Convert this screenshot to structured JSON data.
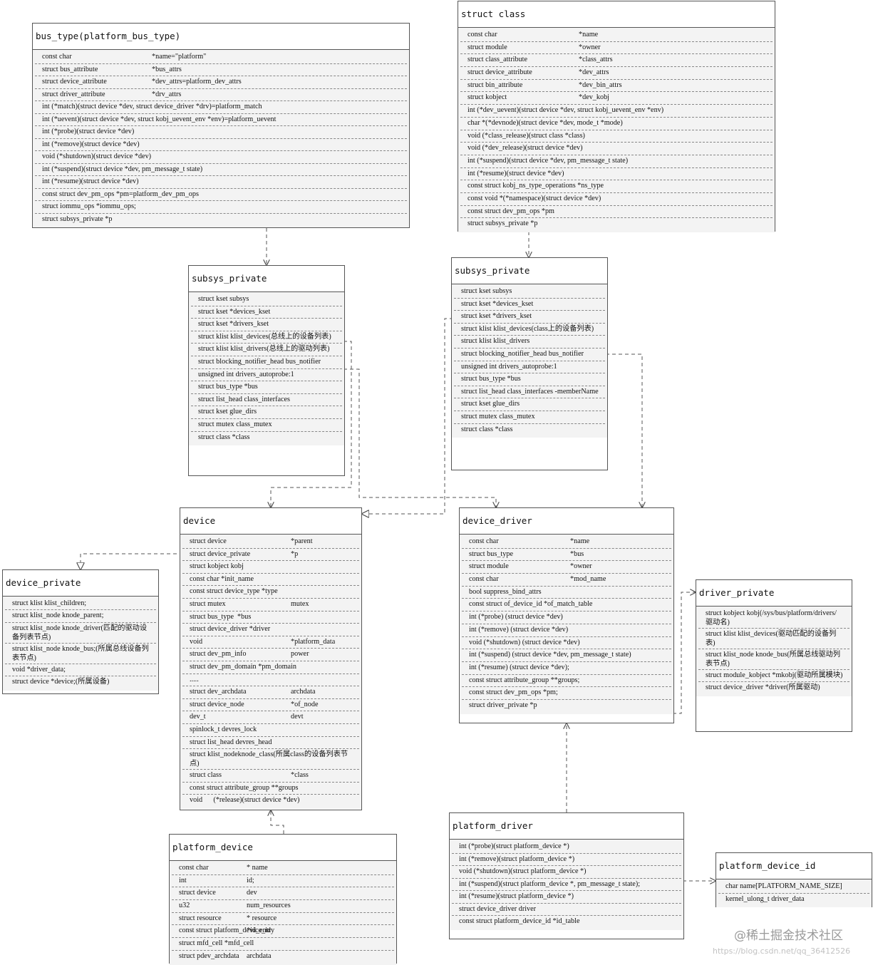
{
  "boxes": {
    "bus_type": {
      "title": "bus_type(platform_bus_type)",
      "rows": [
        [
          "const char",
          "*name=\"platform\""
        ],
        [
          "struct bus_attribute",
          "*bus_attrs"
        ],
        [
          "struct device_attribute",
          "*dev_attrs=platform_dev_attrs"
        ],
        [
          "struct driver_attribute",
          "*drv_attrs"
        ],
        [
          "int (*match)(struct device *dev, struct device_driver *drv)=platform_match",
          ""
        ],
        [
          "int (*uevent)(struct device *dev, struct kobj_uevent_env *env)=platform_uevent",
          ""
        ],
        [
          "int (*probe)(struct device *dev)",
          ""
        ],
        [
          "int (*remove)(struct device *dev)",
          ""
        ],
        [
          "void (*shutdown)(struct device *dev)",
          ""
        ],
        [
          "int (*suspend)(struct device *dev, pm_message_t state)",
          ""
        ],
        [
          "int (*resume)(struct device *dev)",
          ""
        ],
        [
          "const struct dev_pm_ops *pm=platform_dev_pm_ops",
          ""
        ],
        [
          "struct iommu_ops *iommu_ops;",
          ""
        ],
        [
          "struct subsys_private *p",
          ""
        ]
      ]
    },
    "struct_class": {
      "title": "struct class",
      "rows": [
        [
          "const char",
          "*name"
        ],
        [
          "struct module",
          "*owner"
        ],
        [
          "struct class_attribute",
          "*class_attrs"
        ],
        [
          "struct device_attribute",
          "*dev_attrs"
        ],
        [
          "struct bin_attribute",
          "*dev_bin_attrs"
        ],
        [
          "struct kobject",
          "*dev_kobj"
        ],
        [
          "int (*dev_uevent)(struct device *dev, struct kobj_uevent_env *env)",
          ""
        ],
        [
          "char *(*devnode)(struct device *dev, mode_t *mode)",
          ""
        ],
        [
          "void (*class_release)(struct class *class)",
          ""
        ],
        [
          "void (*dev_release)(struct device *dev)",
          ""
        ],
        [
          "int (*suspend)(struct device *dev, pm_message_t state)",
          ""
        ],
        [
          "int (*resume)(struct device *dev)",
          ""
        ],
        [
          "const struct kobj_ns_type_operations *ns_type",
          ""
        ],
        [
          "const void *(*namespace)(struct device *dev)",
          ""
        ],
        [
          "const struct dev_pm_ops *pm",
          ""
        ],
        [
          "struct subsys_private *p",
          ""
        ]
      ]
    },
    "subsys_left": {
      "title": "subsys_private",
      "rows": [
        [
          "struct kset subsys",
          ""
        ],
        [
          "struct kset *devices_kset",
          ""
        ],
        [
          "struct kset *drivers_kset",
          ""
        ],
        [
          "struct klist klist_devices(总线上的设备列表)",
          ""
        ],
        [
          "struct klist klist_drivers(总线上的驱动列表)",
          ""
        ],
        [
          "struct blocking_notifier_head bus_notifier",
          ""
        ],
        [
          "unsigned int drivers_autoprobe:1",
          ""
        ],
        [
          "struct bus_type *bus",
          ""
        ],
        [
          "struct list_head class_interfaces",
          ""
        ],
        [
          "struct kset glue_dirs",
          ""
        ],
        [
          "struct mutex class_mutex",
          ""
        ],
        [
          "struct class *class",
          ""
        ]
      ]
    },
    "subsys_right": {
      "title": "subsys_private",
      "rows": [
        [
          "struct kset subsys",
          ""
        ],
        [
          "struct kset *devices_kset",
          ""
        ],
        [
          "struct kset *drivers_kset",
          ""
        ],
        [
          "struct klist klist_devices(class上的设备列表)",
          ""
        ],
        [
          "struct klist klist_drivers",
          ""
        ],
        [
          "struct blocking_notifier_head bus_notifier",
          ""
        ],
        [
          "unsigned int drivers_autoprobe:1",
          ""
        ],
        [
          "struct bus_type *bus",
          ""
        ],
        [
          "struct list_head class_interfaces -memberName",
          ""
        ],
        [
          "struct kset glue_dirs",
          ""
        ],
        [
          "struct mutex class_mutex",
          ""
        ],
        [
          "struct class *class",
          ""
        ]
      ]
    },
    "device": {
      "title": "device",
      "rows": [
        [
          "struct device",
          "*parent"
        ],
        [
          "struct device_private",
          "*p"
        ],
        [
          "struct kobject kobj",
          ""
        ],
        [
          "const char *init_name",
          ""
        ],
        [
          "const struct device_type *type",
          ""
        ],
        [
          "struct mutex",
          "mutex"
        ],
        [
          "struct bus_type  *bus",
          ""
        ],
        [
          "struct device_driver *driver",
          ""
        ],
        [
          "void",
          "*platform_data"
        ],
        [
          "struct dev_pm_info",
          "power"
        ],
        [
          "struct dev_pm_domain *pm_domain",
          ""
        ],
        [
          ".....",
          ""
        ],
        [
          "struct dev_archdata",
          "archdata"
        ],
        [
          "struct device_node",
          "*of_node"
        ],
        [
          "dev_t",
          "devt"
        ],
        [
          "spinlock_t devres_lock",
          ""
        ],
        [
          "struct list_head devres_head",
          ""
        ],
        [
          "struct klist_nodeknode_class(所属class的设备列表节点)",
          ""
        ],
        [
          "struct class",
          "*class"
        ],
        [
          "const struct attribute_group **groups",
          ""
        ],
        [
          "void      (*release)(struct device *dev)",
          ""
        ]
      ]
    },
    "device_driver": {
      "title": "device_driver",
      "rows": [
        [
          "const char",
          "*name"
        ],
        [
          "struct bus_type",
          "*bus"
        ],
        [
          "struct module",
          "*owner"
        ],
        [
          "const char",
          "*mod_name"
        ],
        [
          "bool suppress_bind_attrs",
          ""
        ],
        [
          "const struct of_device_id *of_match_table",
          ""
        ],
        [
          "int (*probe) (struct device *dev)",
          ""
        ],
        [
          "int (*remove) (struct device *dev)",
          ""
        ],
        [
          "void (*shutdown) (struct device *dev)",
          ""
        ],
        [
          "int (*suspend) (struct device *dev, pm_message_t state)",
          ""
        ],
        [
          "int (*resume) (struct device *dev);",
          ""
        ],
        [
          "const struct attribute_group **groups;",
          ""
        ],
        [
          "const struct dev_pm_ops *pm;",
          ""
        ],
        [
          "struct driver_private *p",
          ""
        ]
      ]
    },
    "device_private": {
      "title": "device_private",
      "rows": [
        [
          "struct klist klist_children;",
          ""
        ],
        [
          "struct klist_node knode_parent;",
          ""
        ],
        [
          "struct klist_node knode_driver(匹配的驱动设备列表节点)",
          ""
        ],
        [
          "struct klist_node knode_bus;(所属总线设备列表节点)",
          ""
        ],
        [
          "void *driver_data;",
          ""
        ],
        [
          "struct device *device;(所属设备)",
          ""
        ]
      ]
    },
    "driver_private": {
      "title": "driver_private",
      "rows": [
        [
          "struct kobject kobj(/sys/bus/platform/drivers/驱动名)",
          ""
        ],
        [
          "struct klist klist_devices(驱动匹配的设备列表)",
          ""
        ],
        [
          "struct klist_node knode_bus(所属总线驱动列表节点)",
          ""
        ],
        [
          "struct module_kobject *mkobj(驱动所属模块)",
          ""
        ],
        [
          "struct device_driver *driver(所属驱动)",
          ""
        ]
      ]
    },
    "platform_device": {
      "title": "platform_device",
      "rows": [
        [
          "const char",
          "* name"
        ],
        [
          "int",
          "id;"
        ],
        [
          "struct device",
          "dev"
        ],
        [
          "u32",
          "num_resources"
        ],
        [
          "struct resource",
          "* resource"
        ],
        [
          "const struct platform_device_id",
          "*id_entry"
        ],
        [
          "struct mfd_cell *mfd_cell",
          ""
        ],
        [
          "struct pdev_archdata",
          "archdata"
        ]
      ]
    },
    "platform_driver": {
      "title": "platform_driver",
      "rows": [
        [
          "int (*probe)(struct platform_device *)",
          ""
        ],
        [
          "int (*remove)(struct platform_device *)",
          ""
        ],
        [
          "void (*shutdown)(struct platform_device *)",
          ""
        ],
        [
          "int (*suspend)(struct platform_device *, pm_message_t state);",
          ""
        ],
        [
          "int (*resume)(struct platform_device *)",
          ""
        ],
        [
          "struct device_driver driver",
          ""
        ],
        [
          "const struct platform_device_id *id_table",
          ""
        ]
      ]
    },
    "platform_device_id": {
      "title": "platform_device_id",
      "rows": [
        [
          "char name[PLATFORM_NAME_SIZE]",
          ""
        ],
        [
          "kernel_ulong_t driver_data",
          ""
        ]
      ]
    }
  },
  "watermark": "@稀土掘金技术社区",
  "watermark_url": "https://blog.csdn.net/qq_36412526"
}
